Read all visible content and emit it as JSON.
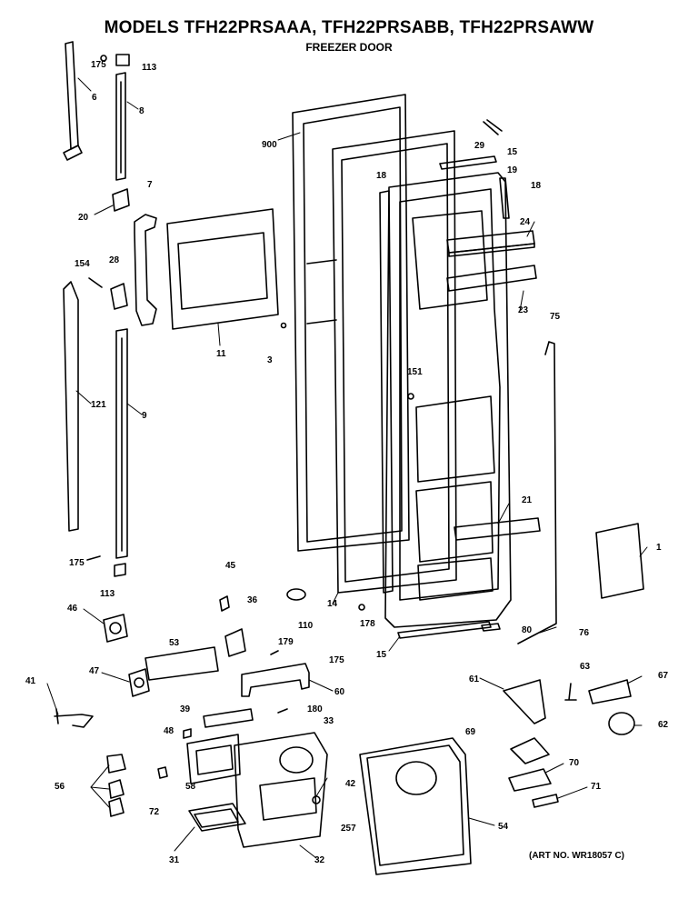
{
  "header": {
    "title": "MODELS TFH22PRSAAA, TFH22PRSABB, TFH22PRSAWW",
    "subtitle": "FREEZER DOOR"
  },
  "footer": {
    "art_number": "(ART NO. WR18057 C)"
  },
  "callouts": [
    "175",
    "113",
    "6",
    "8",
    "900",
    "29",
    "15",
    "19",
    "18",
    "18",
    "7",
    "20",
    "24",
    "154",
    "28",
    "11",
    "3",
    "23",
    "75",
    "121",
    "9",
    "151",
    "21",
    "175",
    "113",
    "1",
    "45",
    "46",
    "36",
    "110",
    "14",
    "178",
    "47",
    "53",
    "179",
    "175",
    "80",
    "76",
    "15",
    "60",
    "41",
    "61",
    "63",
    "67",
    "39",
    "180",
    "33",
    "62",
    "48",
    "69",
    "70",
    "56",
    "58",
    "72",
    "42",
    "71",
    "257",
    "54",
    "31",
    "32"
  ]
}
